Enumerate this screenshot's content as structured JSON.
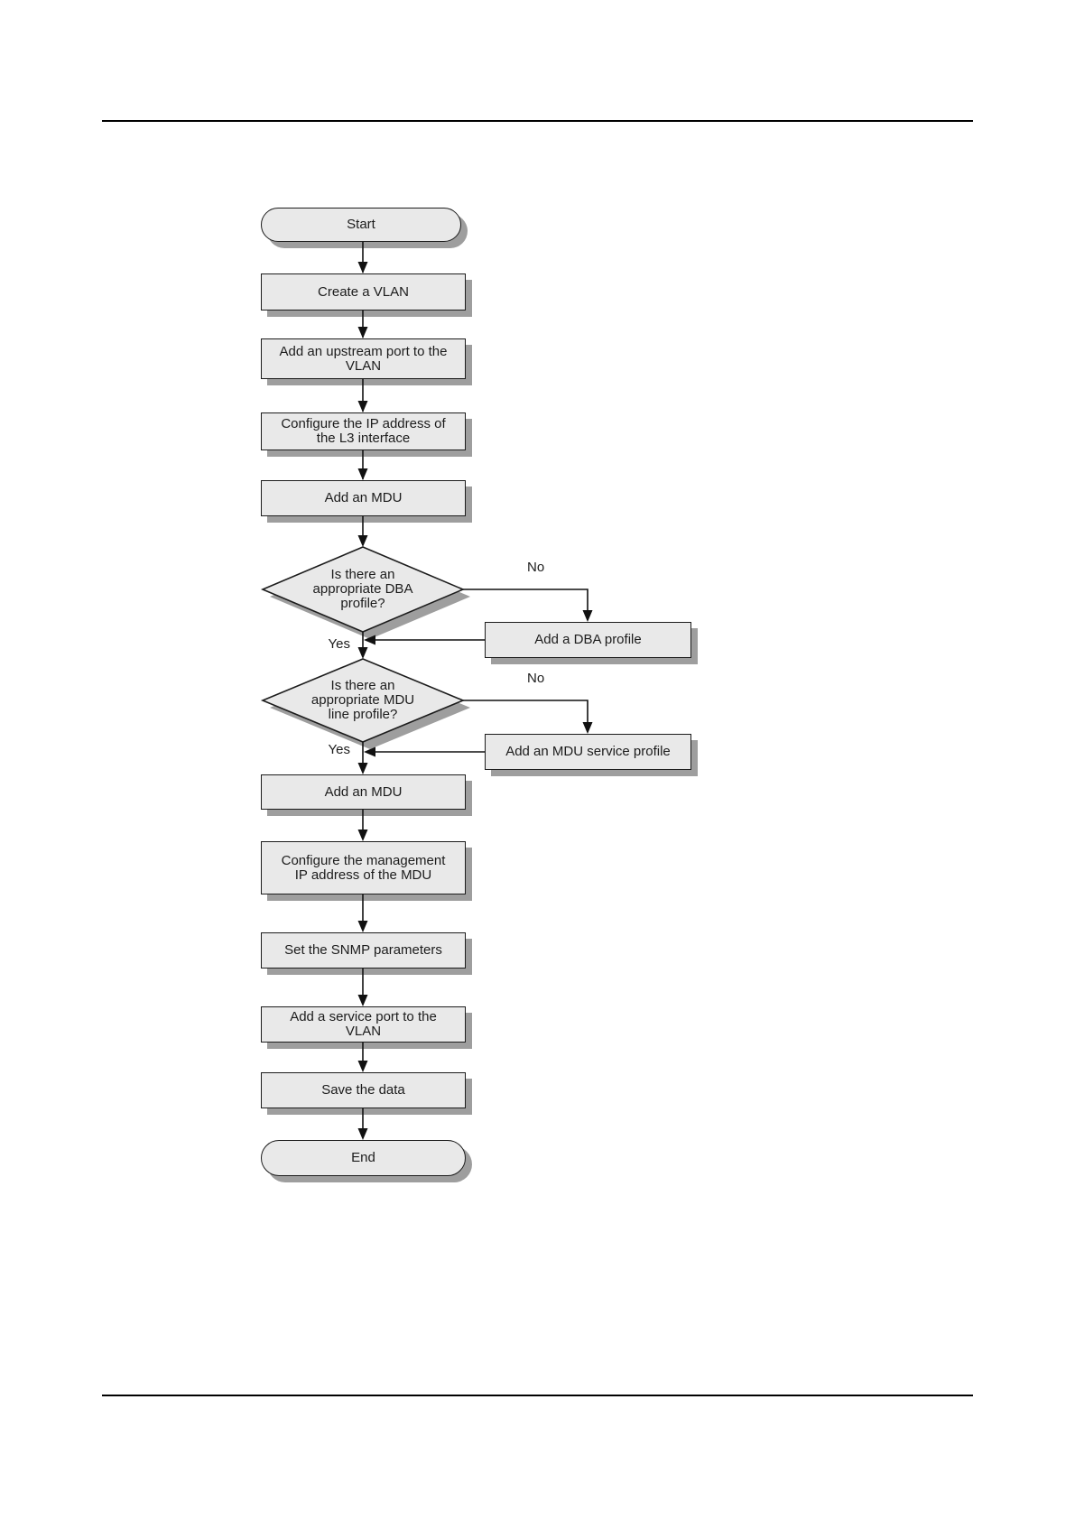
{
  "page": {
    "kind": "document-flowchart-page",
    "background": "#ffffff"
  },
  "colors": {
    "node_fill": "#e9e9e9",
    "node_border": "#1c1c1c",
    "drop_shadow": "#9e9e9e",
    "connector": "#111111",
    "text": "#1c1c1c",
    "rule": "#000000"
  },
  "flowchart": {
    "nodes": {
      "start": {
        "label": "Start",
        "type": "terminator"
      },
      "create_vlan": {
        "label": "Create a VLAN",
        "type": "process"
      },
      "add_upstream_port": {
        "label": "Add an upstream port to the\nVLAN",
        "type": "process"
      },
      "config_ip_l3": {
        "label": "Configure the IP address of\nthe L3 interface",
        "type": "process"
      },
      "add_mdu_1": {
        "label": "Add an MDU",
        "type": "process"
      },
      "decision_dba": {
        "label": "Is there an\nappropriate DBA\nprofile?",
        "type": "decision"
      },
      "add_dba_profile": {
        "label": "Add a DBA profile",
        "type": "process"
      },
      "decision_mdu_line": {
        "label": "Is there an\nappropriate MDU\nline profile?",
        "type": "decision"
      },
      "add_mdu_service_profile": {
        "label": "Add an MDU service profile",
        "type": "process"
      },
      "add_mdu_2": {
        "label": "Add an MDU",
        "type": "process"
      },
      "config_mgmt_ip": {
        "label": "Configure the management\nIP address of the MDU",
        "type": "process"
      },
      "set_snmp": {
        "label": "Set the SNMP parameters",
        "type": "process"
      },
      "add_service_port": {
        "label": "Add a service port to the\nVLAN",
        "type": "process"
      },
      "save_data": {
        "label": "Save the data",
        "type": "process"
      },
      "end": {
        "label": "End",
        "type": "terminator"
      }
    },
    "edge_labels": {
      "dba_no": "No",
      "dba_yes": "Yes",
      "mdu_line_no": "No",
      "mdu_line_yes": "Yes"
    }
  }
}
